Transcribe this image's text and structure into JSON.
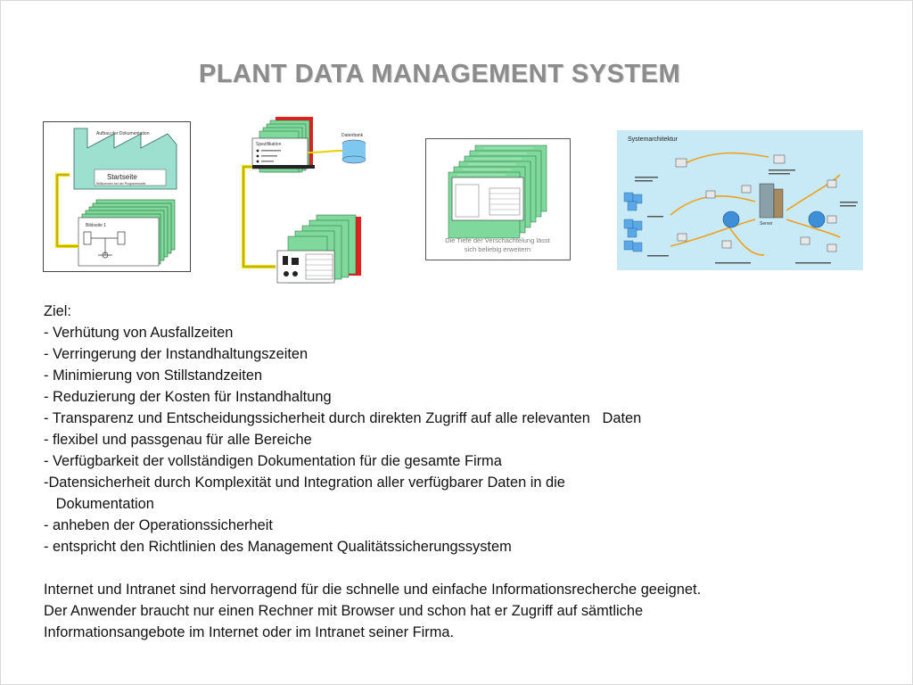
{
  "title": "PLANT DATA MANAGEMENT SYSTEM",
  "figures": {
    "fig1": {
      "header": "Aufbau der Dokumentation",
      "start_title": "Startseite",
      "start_sub": "Willkommen bei der Programmseite",
      "sub_label": "Bildseite 1"
    },
    "fig2": {
      "spec_label": "Spezifikation",
      "db_label": "Datenbank"
    },
    "fig3": {
      "caption_1": "Die Tiefe der Verschachtelung lässt",
      "caption_2": "sich beliebig erweitern"
    },
    "fig4": {
      "header": "Systemarchitektur",
      "server_label": "Server"
    }
  },
  "body": {
    "goal_heading": "Ziel:",
    "bullets": [
      "- Verhütung von Ausfallzeiten",
      "- Verringerung der Instandhaltungszeiten",
      "- Minimierung von Stillstandzeiten",
      "- Reduzierung der Kosten für Instandhaltung",
      "- Transparenz und Entscheidungssicherheit durch direkten Zugriff auf alle relevanten   Daten",
      "- flexibel und passgenau für alle Bereiche",
      "- Verfügbarkeit der vollständigen Dokumentation für die gesamte Firma",
      "-Datensicherheit durch Komplexität und Integration aller verfügbarer Daten in die",
      "   Dokumentation",
      "- anheben der Operationssicherheit",
      "- entspricht den Richtlinien des Management Qualitätssicherungssystem"
    ],
    "paragraph": [
      "Internet und Intranet sind hervorragend für die schnelle und einfache Informationsrecherche geeignet.",
      "Der Anwender braucht nur einen Rechner mit Browser und schon hat er Zugriff auf sämtliche",
      "Informationsangebote im Internet oder im Intranet seiner Firma."
    ]
  }
}
